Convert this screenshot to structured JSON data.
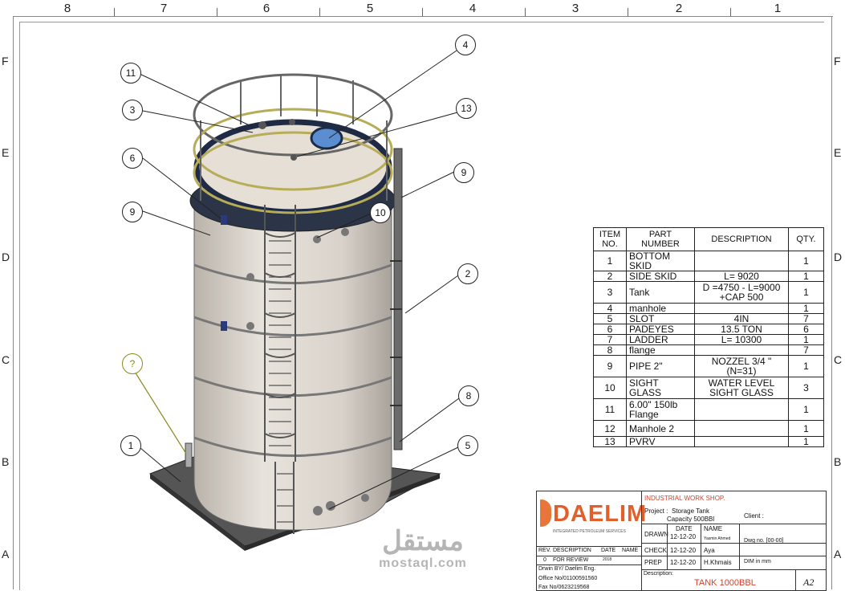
{
  "zones": {
    "columns": [
      "8",
      "7",
      "6",
      "5",
      "4",
      "3",
      "2",
      "1"
    ],
    "rows": [
      "F",
      "E",
      "D",
      "C",
      "B",
      "A"
    ]
  },
  "balloons": [
    {
      "id": "b11",
      "label": "11"
    },
    {
      "id": "b3",
      "label": "3"
    },
    {
      "id": "b6",
      "label": "6"
    },
    {
      "id": "b9a",
      "label": "9"
    },
    {
      "id": "bq",
      "label": "?"
    },
    {
      "id": "b1",
      "label": "1"
    },
    {
      "id": "b4",
      "label": "4"
    },
    {
      "id": "b13",
      "label": "13"
    },
    {
      "id": "b9b",
      "label": "9"
    },
    {
      "id": "b10",
      "label": "10"
    },
    {
      "id": "b2",
      "label": "2"
    },
    {
      "id": "b8",
      "label": "8"
    },
    {
      "id": "b5",
      "label": "5"
    }
  ],
  "bom": {
    "headers": {
      "item": "ITEM NO.",
      "part": "PART NUMBER",
      "desc": "DESCRIPTION",
      "qty": "QTY."
    },
    "rows": [
      {
        "item": "1",
        "part": "BOTTOM SKID",
        "desc": "",
        "qty": "1"
      },
      {
        "item": "2",
        "part": "SIDE SKID",
        "desc": "L= 9020",
        "qty": "1"
      },
      {
        "item": "3",
        "part": "Tank",
        "desc": "D =4750 - L=9000 +CAP 500",
        "qty": "1"
      },
      {
        "item": "4",
        "part": "manhole",
        "desc": "",
        "qty": "1"
      },
      {
        "item": "5",
        "part": "SLOT",
        "desc": "4IN",
        "qty": "7"
      },
      {
        "item": "6",
        "part": "PADEYES",
        "desc": "13.5 TON",
        "qty": "6"
      },
      {
        "item": "7",
        "part": "LADDER",
        "desc": "L= 10300",
        "qty": "1"
      },
      {
        "item": "8",
        "part": "flange",
        "desc": "",
        "qty": "7"
      },
      {
        "item": "9",
        "part": "PIPE 2\"",
        "desc": "NOZZEL 3/4 \" (N=31)",
        "qty": "1"
      },
      {
        "item": "10",
        "part": "SIGHT GLASS",
        "desc": "WATER LEVEL SIGHT GLASS",
        "qty": "3"
      },
      {
        "item": "11",
        "part": "6.00\" 150lb Flange",
        "desc": "",
        "qty": "1"
      },
      {
        "item": "12",
        "part": "Manhole 2",
        "desc": "",
        "qty": "1"
      },
      {
        "item": "13",
        "part": "PVRV",
        "desc": "",
        "qty": "1"
      }
    ]
  },
  "title_block": {
    "logo_text": "DAELIM",
    "logo_sub": "INTEGRATED PETROLEUM SERVICES",
    "shop": "INDUSTRIAL WORK SHOP.",
    "project_label": "Project :",
    "project_value": "Storage Tank",
    "capacity": "Capacity  500BBl",
    "client_label": "Client :",
    "drawn_label": "DRAWN",
    "check_label": "CHECK",
    "prep_label": "PREP",
    "date_label": "DATE",
    "name_label": "NAME",
    "drawn_date": "12-12-20",
    "drawn_name": "Yasmin Ahmed",
    "check_date": "12-12-20",
    "check_name": "Aya",
    "prep_date": "12-12-20",
    "prep_name": "H.Khmais",
    "dwg_no": "Dwg no. [00-00]",
    "dim": "DIM in mm",
    "rev_head": [
      "REV.",
      "DESCRIPTION",
      "DATE",
      "NAME"
    ],
    "rev_row": [
      "0",
      "FOR REVIEW",
      "2018",
      ""
    ],
    "drwn_by": "Drwin BY/ Daelim  Eng.",
    "office": "Office No/01100591560",
    "fax": "Fax No/0623219568",
    "description_label": "Description:",
    "description_value": "TANK  1000BBL",
    "sheet_size": "A2"
  },
  "watermark": {
    "arabic": "مستقل",
    "latin": "mostaql.com"
  }
}
